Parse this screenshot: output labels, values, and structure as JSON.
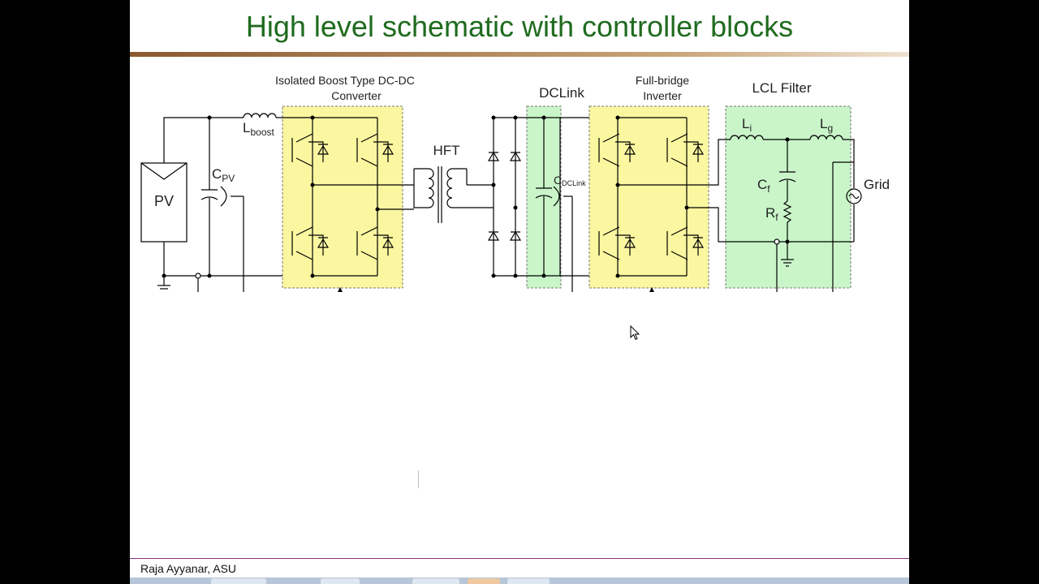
{
  "slide": {
    "title": "High level schematic with controller blocks",
    "footer": "Raja Ayyanar, ASU"
  },
  "diagram": {
    "blocks": {
      "dcdc_converter": "Isolated Boost Type DC-DC\nConverter",
      "dclink": "DCLink",
      "inverter": "Full-bridge\nInverter",
      "lcl_filter": "LCL Filter"
    },
    "labels": {
      "pv": "PV",
      "l_boost": "L",
      "l_boost_sub": "boost",
      "c_pv": "C",
      "c_pv_sub": "PV",
      "hft": "HFT",
      "c_dclink": "C",
      "c_dclink_sub": "DCLink",
      "l_i": "L",
      "l_i_sub": "i",
      "l_g": "L",
      "l_g_sub": "g",
      "c_f": "C",
      "c_f_sub": "f",
      "r_f": "R",
      "r_f_sub": "f",
      "grid": "Grid"
    },
    "colors": {
      "converter_fill": "#fbf7a0",
      "filter_fill": "#c9f5c9",
      "title_color": "#1f6b1f"
    }
  },
  "icons": {
    "cursor": "mouse-pointer-icon"
  }
}
